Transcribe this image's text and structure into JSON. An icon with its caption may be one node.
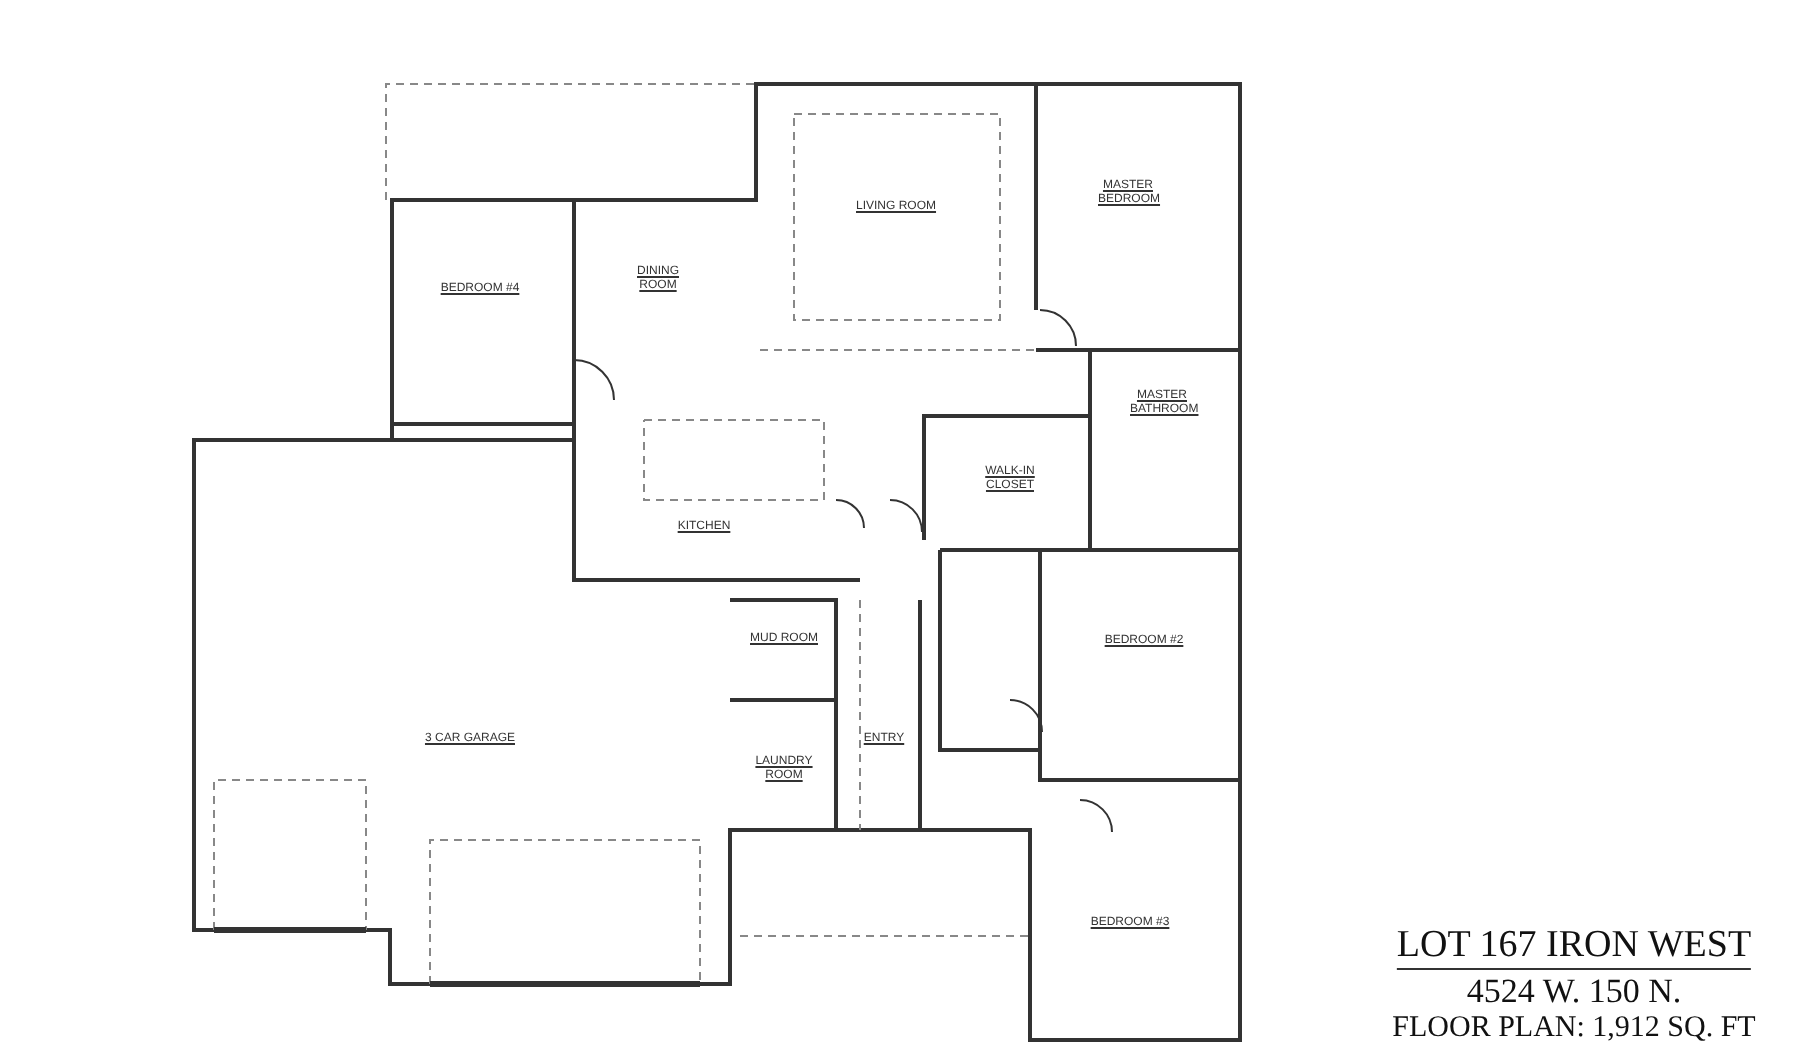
{
  "diagram": {
    "title": "LOT 167 IRON WEST",
    "labels": [
      "LIVING ROOM",
      "MASTER BEDROOM",
      "BEDROOM #4",
      "DINING ROOM",
      "MASTER BATHROOM",
      "WALK-IN CLOSET",
      "KITCHEN",
      "MUD ROOM",
      "BEDROOM #2",
      "3 CAR GARAGE",
      "ENTRY",
      "LAUNDRY ROOM",
      "BEDROOM #3",
      "4524 W. 150 N.",
      "FLOOR PLAN: 1,912 SQ. FT"
    ]
  }
}
